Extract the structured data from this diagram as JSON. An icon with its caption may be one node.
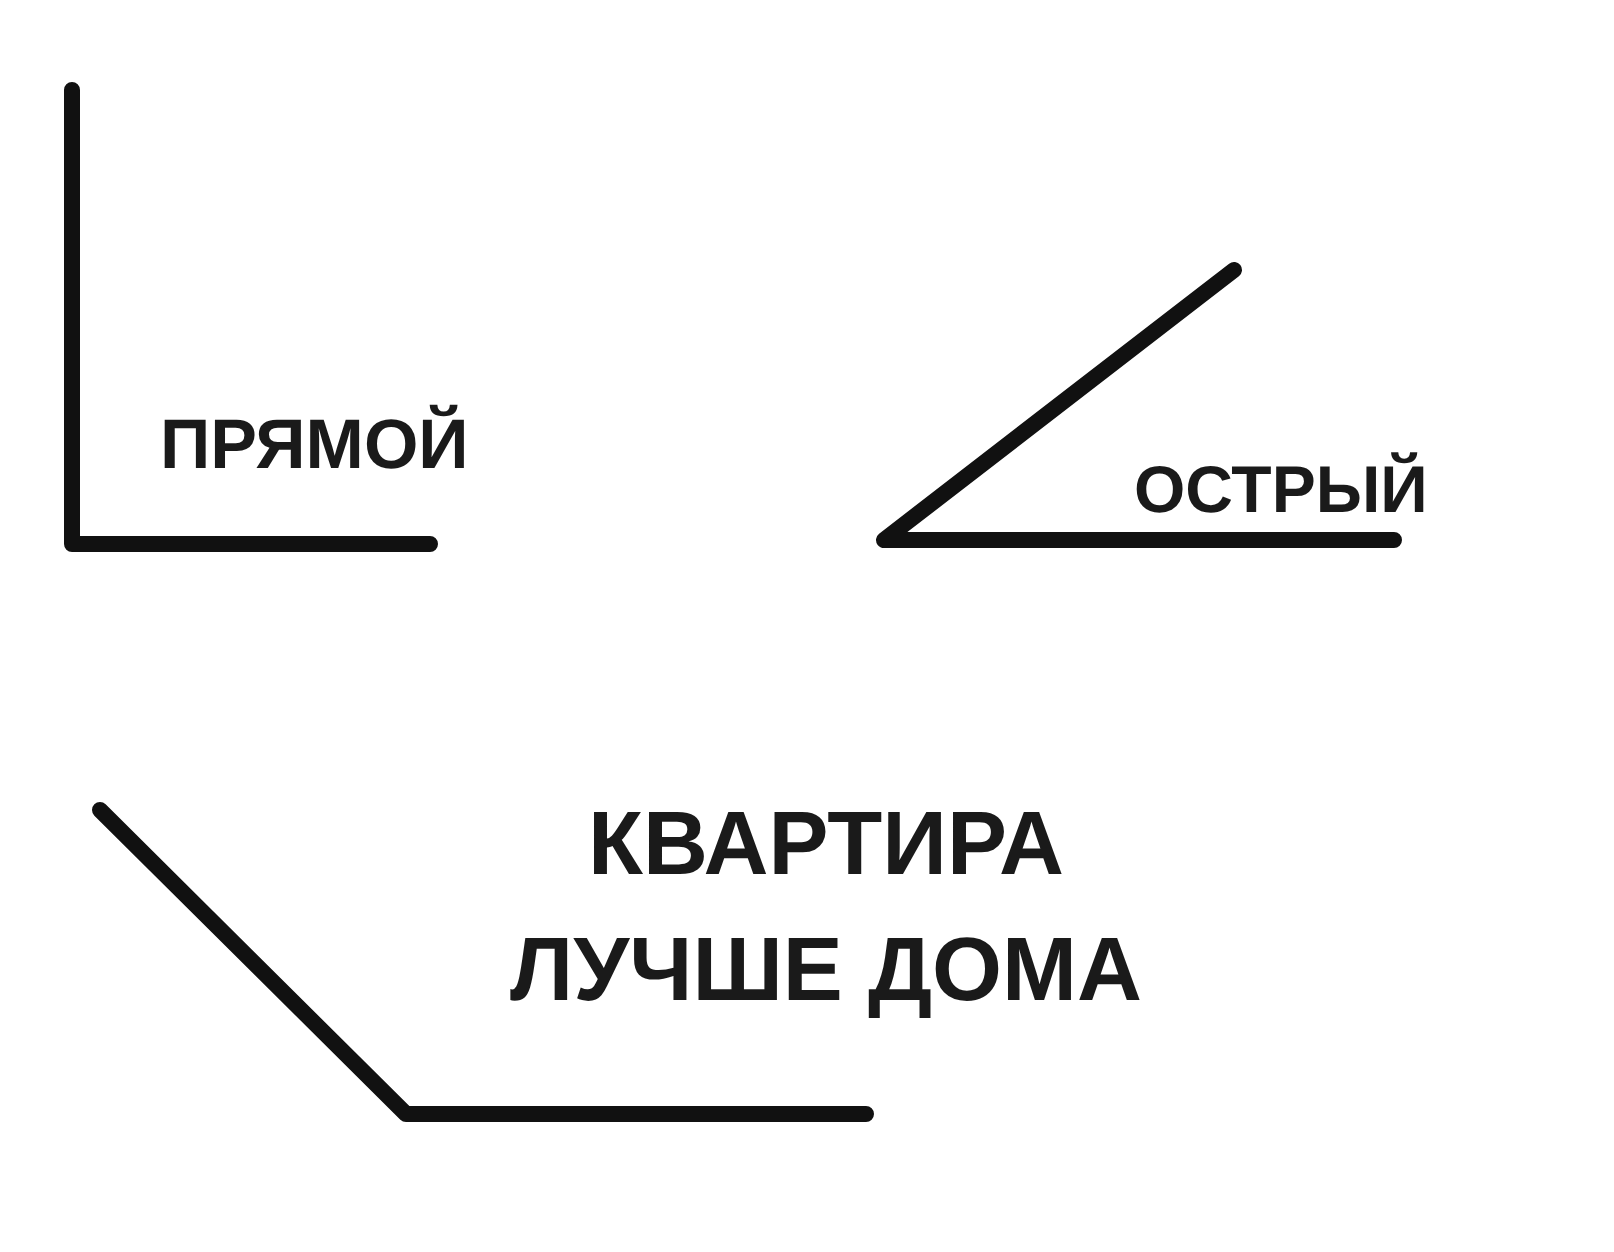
{
  "diagram": {
    "labels": [
      "ПРЯМОЙ",
      "ОСТРЫЙ",
      "КВАРТИРА ЛУЧШЕ ДОМА"
    ]
  }
}
